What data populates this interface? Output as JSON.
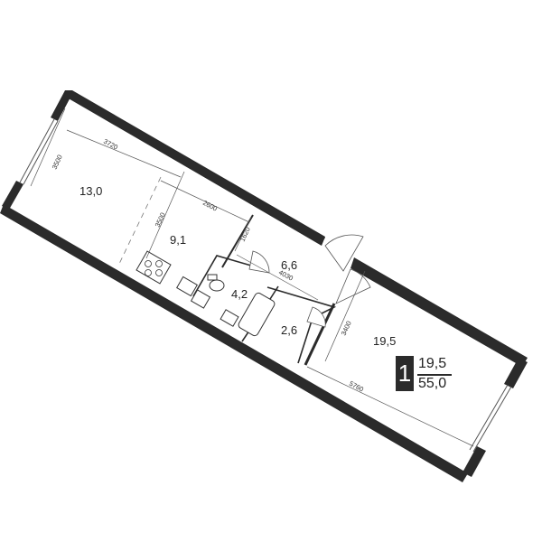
{
  "rooms": {
    "living": "13,0",
    "kitchen": "9,1",
    "hall": "6,6",
    "bath": "4,2",
    "wc": "2,6",
    "bedroom": "19,5"
  },
  "dimensions": {
    "d3500a": "3500",
    "d3720": "3720",
    "d3500b": "3500",
    "d2600": "2600",
    "d1620": "1620",
    "d4030": "4030",
    "d3400": "3400",
    "d5760": "5760"
  },
  "summary": {
    "room_count": "1",
    "living_area": "19,5",
    "total_area": "55,0"
  }
}
